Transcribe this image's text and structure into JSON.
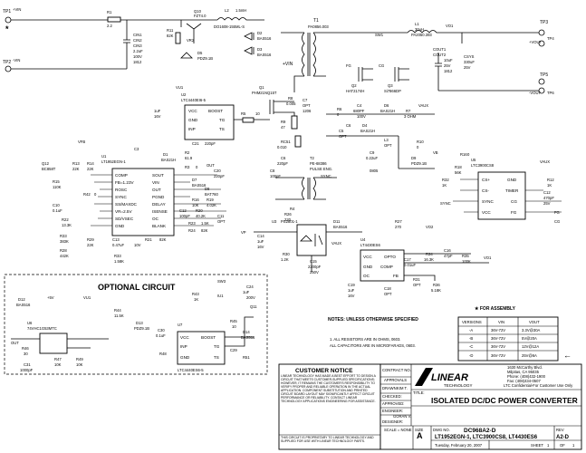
{
  "terminals": {
    "tp1": "TP1",
    "tp1_net": "+VIN",
    "tp2": "TP2",
    "tp2_net": "-VIN",
    "tp3": "TP3",
    "tp3_net": "+VOUT",
    "tp4": "TP4",
    "tp5": "TP5",
    "tp5_net": "-VOUT",
    "tp6": "TP6",
    "asterisk": "*"
  },
  "nets": {
    "vin": "+VIN",
    "vin2": "-VIN",
    "vu1": "VU1",
    "vfb": "VFB",
    "vp": "VP",
    "vb": "VB",
    "vaux": "VAUX",
    "vo1": "VO1",
    "vo2": "VO2",
    "vout_p": "+VOUT",
    "vout_n": "-VOUT",
    "sync": "SYNC",
    "fg": "FG",
    "cg": "CG",
    "plus5v": "+5V",
    "out": "OUT",
    "iu1": "IU1"
  },
  "input_section": {
    "r1": "R1",
    "r1_val": "2.2",
    "cin1": "CIN1",
    "cin2": "CIN2",
    "cin3": "CIN3",
    "cin_val": "2.2uF",
    "cin_v": "100V",
    "cin_pkg": "1812",
    "q10": "Q10",
    "q10_val": "FZT4.0",
    "r11": "R11",
    "r11_val": "82K",
    "vr2": "VR2",
    "l2": "L2",
    "l2_val": "1.5mH",
    "l2_part": "DO1608-155ML-S",
    "d5": "D5",
    "d5_val": "PDZ9.1B",
    "d2": "D2",
    "d2_val": "BAS516",
    "d3": "D3",
    "d3_val": "BAS516"
  },
  "transformer": {
    "t1": "T1",
    "t1_part": "PA0856.003",
    "q1": "Q1",
    "q1_part": "PHM21NQ15T",
    "r8": "R8",
    "r8_val": "0.005",
    "r9": "R9",
    "r9_val": "47",
    "c7": "C7",
    "c7_val": "OPT",
    "c7_pkg": "1206",
    "t2": "T2",
    "t2_part": "PE-68386",
    "t2_note": "PULSE ENG.",
    "c8": "C8",
    "c8_val": "100pF",
    "rc51": "RC51",
    "rc51_val": "0.010",
    "c6": "C6",
    "c6_val": "220pF",
    "r4": "R4"
  },
  "output_section": {
    "sw1": "SW1",
    "l1": "L1",
    "l1_val": "30uH",
    "l1_part": "PA2050.393",
    "cout1": "COUT1",
    "cout2": "COUT2",
    "cout_val": "10uF",
    "cout_v": "25V",
    "cout_pkg": "1812",
    "csys": "CSYS",
    "csys_val": "330uF",
    "csys_v": "25V",
    "q2": "Q2",
    "q2_part": "HAT2174H",
    "q3": "Q3",
    "q3_part": "Si7866DP",
    "d6": "D6",
    "d6_val": "BAS21H",
    "c4": "C4",
    "c4_val": "680PF",
    "c4_v": "100V",
    "r6": "R6",
    "r6_val": "0",
    "r7": "R7",
    "r7_val": "3 OHM",
    "d4": "D4",
    "d4_val": "BAS21H",
    "c5": "C5",
    "c5_val": "OPT",
    "l3": "L3",
    "l3_val": "OPT",
    "c9": "C9",
    "c9_val": "0.22uF",
    "r10": "R10",
    "r10_val": "0",
    "d9": "D9",
    "d9_val": "PDZ9.1B",
    "c6b": "C6",
    "pkg0805": "0805"
  },
  "u1": {
    "ref": "U1",
    "part": "LT1952EGN-1",
    "pins_left": [
      "COMP",
      "FB=1.23V",
      "ROSC",
      "SYNC",
      "SS/MAXDC",
      "VR=2.5V",
      "SD/VSEC",
      "GND"
    ],
    "pins_right": [
      "SOUT",
      "VIN",
      "OUT",
      "PGND",
      "DELAY",
      "ISENSE",
      "OC",
      "BLANK"
    ],
    "q12": "Q12",
    "q12_part": "BC858T",
    "r13": "R13",
    "r13_val": "22K",
    "r14": "R14",
    "r14_val": "22K",
    "r15": "R15",
    "r15_val": "110K",
    "r42": "R42",
    "r42_val": "0",
    "c10": "C10",
    "c10_val": "0.1uF",
    "r22": "R22",
    "r22_val": "13.3K",
    "r33": "R33",
    "r33_val": "383K",
    "r28": "R28",
    "r28_val": "442K",
    "r29": "R29",
    "r29_val": "22K",
    "r21": "R21",
    "r21_val": "82K",
    "c13": "C13",
    "c13_val": "0.47uF",
    "c13_v": "10V",
    "r33b": "R33",
    "r33b_val": "1.58K",
    "d7": "D7",
    "d7_val": "BAS516",
    "d8": "D8",
    "d8_val": "BAT760",
    "c20": "C20",
    "c20_val": "220pF",
    "r16": "R16",
    "r16_val": "10K",
    "r19": "R19",
    "r19_val": "4.02K",
    "c12": "C12",
    "c12_val": "100pF",
    "r20": "R20",
    "r20_val": "40.2K",
    "r23": "R23",
    "r23_val": "1.5K",
    "r24": "R24",
    "r24_val": "82K",
    "c11": "C11",
    "c11_val": "OPT",
    "c3": "C3",
    "c3_val": "1uF",
    "c3_v": "16V",
    "d1": "D1",
    "d1_val": "BAS21H",
    "r2": "R2",
    "r2_val": "61.9",
    "r3": "R3",
    "r3_val": "0",
    "c21": "C21",
    "c21_val": "220pF"
  },
  "u2": {
    "ref": "U2",
    "part": "LTC4440EI6-5",
    "pins": [
      "VCC",
      "BOOST",
      "INP",
      "TG",
      "GND",
      "TS"
    ],
    "r5": "R5",
    "r5_val": "10"
  },
  "u3": {
    "ref": "U3",
    "part": "PS2801-1",
    "r26": "R26",
    "r26_val": "220",
    "c15": "C15",
    "c15_val": "2200pF",
    "c15_v": "250V",
    "r30": "R30",
    "r30_val": "1.2K",
    "c14": "C14",
    "c14_val": "1uF",
    "c14_v": "16V",
    "d11": "D11",
    "d11_val": "BAS516"
  },
  "u4": {
    "ref": "U4",
    "part": "LT4430ES6",
    "pins": [
      "VCC",
      "OPTO",
      "GND",
      "COMP",
      "FB",
      "OC"
    ],
    "r27": "R27",
    "r27_val": "270",
    "c19": "C19",
    "c19_val": "1uF",
    "c19_v": "16V",
    "c17": "C17",
    "c17_val": "0.01uF",
    "r34": "R34",
    "r34_val": "16.3K",
    "c16": "C16",
    "c16_val": "47pF",
    "r35": "R35",
    "r35_val": "100K",
    "r36": "R36",
    "r36_val": "5.18K",
    "r31": "R31",
    "r31_val": "OPT",
    "c18": "C18",
    "c18_val": "OPT"
  },
  "u5": {
    "ref": "U5",
    "part": "LTC3900CS8",
    "pins_left": [
      "CS+",
      "CS-",
      "SYNC",
      "VCC"
    ],
    "pins_right": [
      "TIMER",
      "CG",
      "FG",
      "GND"
    ],
    "r16": "R16",
    "r16_val": "0",
    "r18": "R18",
    "r18_val": "56K",
    "r32": "R32",
    "r32_val": "1K",
    "r12": "R12",
    "r12_val": "1K",
    "c12": "C12",
    "c12_val": "470pF",
    "c12_v": "25V"
  },
  "optional": {
    "title": "OPTIONAL CIRCUIT",
    "d12": "D12",
    "d12_val": "BAS516",
    "sw3": "SW3",
    "c24": "C24",
    "c24_val": "1uF",
    "c24_v": "200V",
    "c24_pkg": "1206",
    "r43": "R43",
    "r43_val": "1K",
    "q11": "Q11",
    "u6": "U6",
    "u6_part": "74VHC1G53MTC",
    "r44": "R44",
    "r44_val": "11.5K",
    "d13": "D13",
    "d13_val": "PDZ9.1B",
    "r46": "R46",
    "r46_val": "30",
    "c31": "C31",
    "c31_val": "1000pF",
    "r47": "R47",
    "r47_val": "10K",
    "r49": "R49",
    "r49_val": "10K",
    "r48": "R48",
    "u7": "U7",
    "u7_part": "LTC4440ES6-5",
    "u7_pins": [
      "VCC",
      "BOOST",
      "INP",
      "TG",
      "GND",
      "TS"
    ],
    "r45": "R45",
    "r45_val": "10",
    "d14": "D14",
    "d14_val": "BAS516",
    "c30": "C30",
    "c30_val": "0.1uF",
    "r51": "R51",
    "c29": "C29"
  },
  "notes": {
    "title": "NOTES:  UNLESS OTHERWISE SPECIFIED",
    "lines": [
      "1.  ALL RESISTORS ARE IN OHMS, 0603.",
      "     ALL CAPACITORS ARE IN MICROFARADS, 0603."
    ]
  },
  "assembly": {
    "title": "★ FOR ASSEMBLY",
    "headers": [
      "VERSIONS",
      "VIN",
      "VOUT"
    ],
    "rows": [
      [
        "-A",
        "36V-72V",
        "3.3V@30A"
      ],
      [
        "-B",
        "36V-72V",
        "5V@20A"
      ],
      [
        "-C",
        "36V-72V",
        "12V@12A"
      ],
      [
        "-D",
        "36V-72V",
        "25V@6A"
      ]
    ],
    "arrow": "←"
  },
  "customer_notice": {
    "title": "CUSTOMER NOTICE",
    "body": "LINEAR TECHNOLOGY HAS MADE A BEST EFFORT TO DESIGN A CIRCUIT THAT MEETS CUSTOMER-SUPPLIED SPECIFICATIONS; HOWEVER, IT REMAINS THE CUSTOMER'S RESPONSIBILITY TO VERIFY PROPER AND RELIABLE OPERATION IN THE ACTUAL APPLICATION. COMPONENT SUBSTITUTION AND PRINTED CIRCUIT BOARD LAYOUT MAY SIGNIFICANTLY AFFECT CIRCUIT PERFORMANCE OR RELIABILITY. CONTACT LINEAR TECHNOLOGY APPLICATIONS ENGINEERING FOR ASSISTANCE.",
    "footer": "THIS CIRCUIT IS PROPRIETARY TO LINEAR TECHNOLOGY AND SUPPLIED FOR USE WITH LINEAR TECHNOLOGY PARTS."
  },
  "title_block": {
    "contract_no": "CONTRACT NO.",
    "approvals": "APPROVALS",
    "drawn_label": "DRAWN:",
    "drawn_val": "KIM T.",
    "checked": "CHECKED:",
    "approved": "APPROVED:",
    "engineer_label": "ENGINEER:",
    "engineer_val": "GORAN V.",
    "designer": "DESIGNER:",
    "logo": "LINEAR",
    "logo_sub": "TECHNOLOGY",
    "address": [
      "1630 McCarthy Blvd.",
      "Milpitas, CA 95035",
      "Phone: (408)432-1900",
      "Fax: (408)434-0507",
      "LTC Confidential-For Customer Use Only"
    ],
    "title_label": "TITLE:",
    "title": "ISOLATED DC/DC POWER CONVERTER",
    "size_label": "SIZE",
    "size": "A",
    "dwg_label": "DWG NO.",
    "dwg": "DC968A2-D",
    "rev_label": "REV",
    "rev": "A2-D",
    "parts": "LT1952EGN-1, LTC3900CS8, LT4430ES6",
    "scale": "SCALE = NONE",
    "date": "Tuesday, February 20, 2007",
    "sheet_label": "SHEET",
    "sheet": "1",
    "of_label": "OF",
    "of": "1"
  }
}
